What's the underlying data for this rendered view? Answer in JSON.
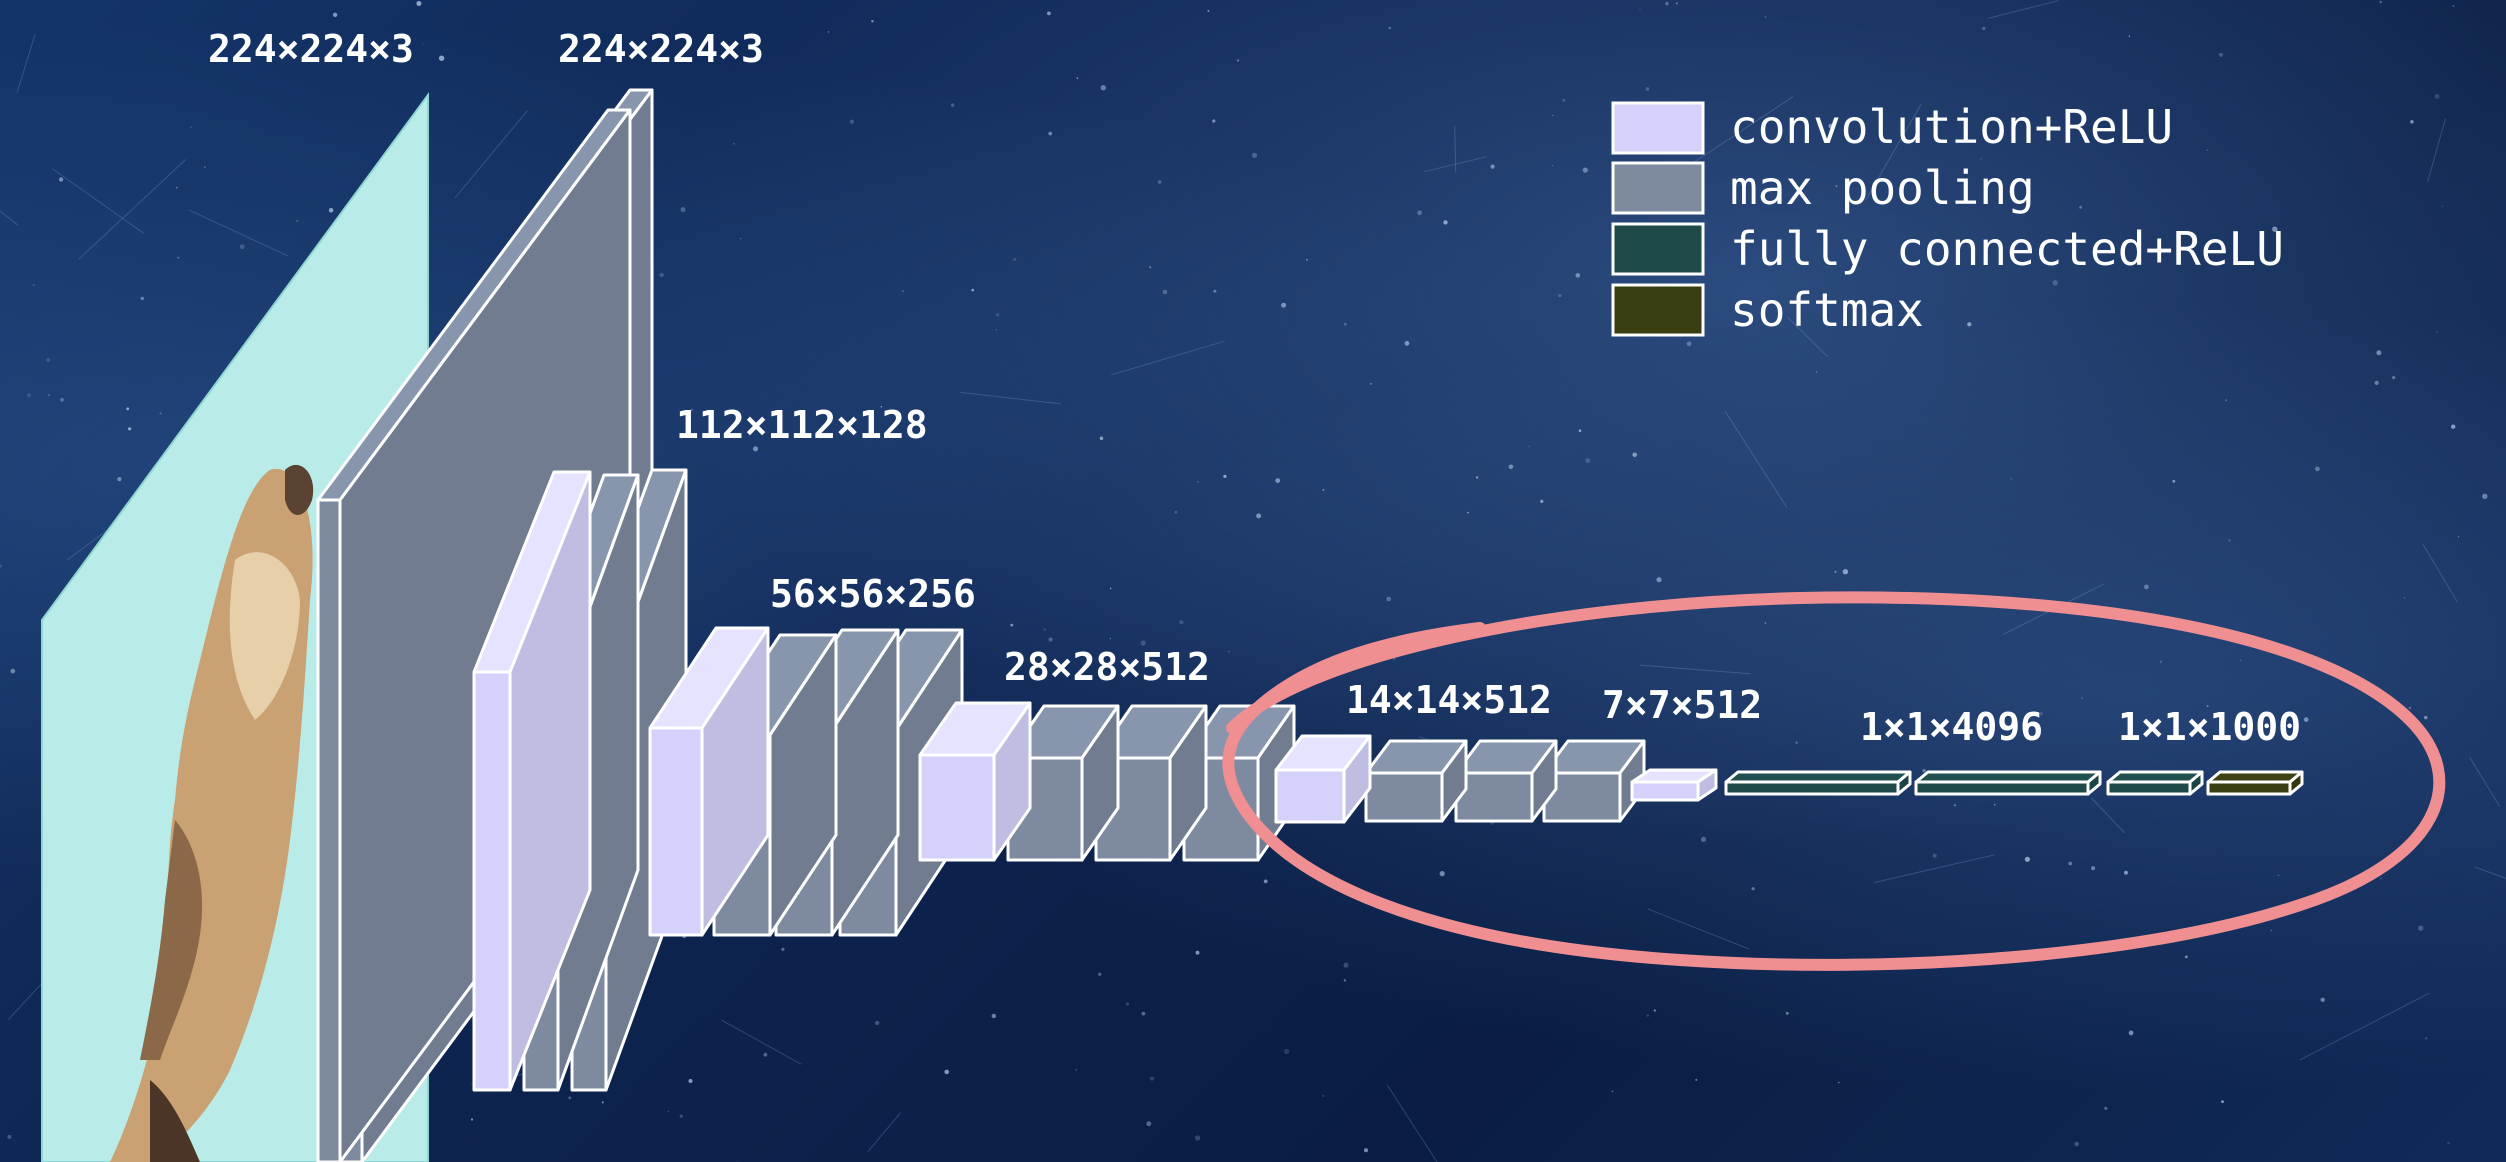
{
  "colors": {
    "convolution": "#d4d2fb",
    "max_pooling": "#7d8aa0",
    "fully_connected": "#1e4a4a",
    "softmax": "#3a3d12",
    "input_plane": "#b9ece8",
    "highlight": "#ef8f91"
  },
  "legend": {
    "items": [
      {
        "label": "convolution+ReLU",
        "color_key": "convolution"
      },
      {
        "label": "max pooling",
        "color_key": "max_pooling"
      },
      {
        "label": "fully connected+ReLU",
        "color_key": "fully_connected"
      },
      {
        "label": "softmax",
        "color_key": "softmax"
      }
    ]
  },
  "layer_labels": {
    "input": "224×224×3",
    "block1": "224×224×3",
    "block2": "112×112×128",
    "block3": "56×56×256",
    "block4": "28×28×512",
    "block5": "14×14×512",
    "pool5": "7×7×512",
    "fc": "1×1×4096",
    "output": "1×1×1000"
  },
  "input_image": {
    "subject": "cat-photo"
  },
  "highlight": {
    "shape": "hand-drawn-ellipse",
    "target": "block5-pool5-fc-output"
  }
}
